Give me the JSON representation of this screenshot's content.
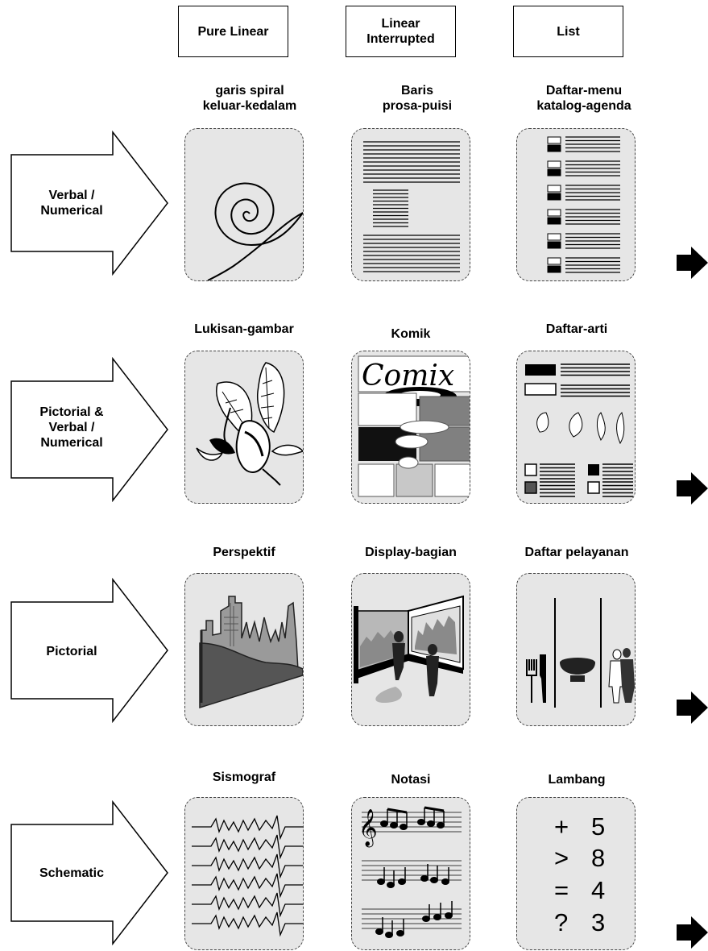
{
  "columns": [
    "Pure Linear",
    "Linear\nInterrupted",
    "List"
  ],
  "rows": [
    {
      "label": "Verbal /\nNumerical",
      "items": [
        "garis spiral\nkeluar-kedalam",
        "Baris\nprosa-puisi",
        "Daftar-menu\nkatalog-agenda"
      ]
    },
    {
      "label": "Pictorial &\nVerbal /\nNumerical",
      "items": [
        "Lukisan-gambar",
        "Komik",
        "Daftar-arti"
      ]
    },
    {
      "label": "Pictorial",
      "items": [
        "Perspektif",
        "Display-bagian",
        "Daftar pelayanan"
      ]
    },
    {
      "label": "Schematic",
      "items": [
        "Sismograf",
        "Notasi",
        "Lambang"
      ]
    }
  ],
  "comic_text": "Comix",
  "symbols": [
    {
      "op": "+",
      "num": "5"
    },
    {
      "op": ">",
      "num": "8"
    },
    {
      "op": "=",
      "num": "4"
    },
    {
      "op": "?",
      "num": "3"
    }
  ],
  "colors": {
    "card_bg": "#e6e6e6",
    "dark_fill": "#000000",
    "mid_gray": "#808080",
    "light_gray": "#c8c8c8"
  }
}
